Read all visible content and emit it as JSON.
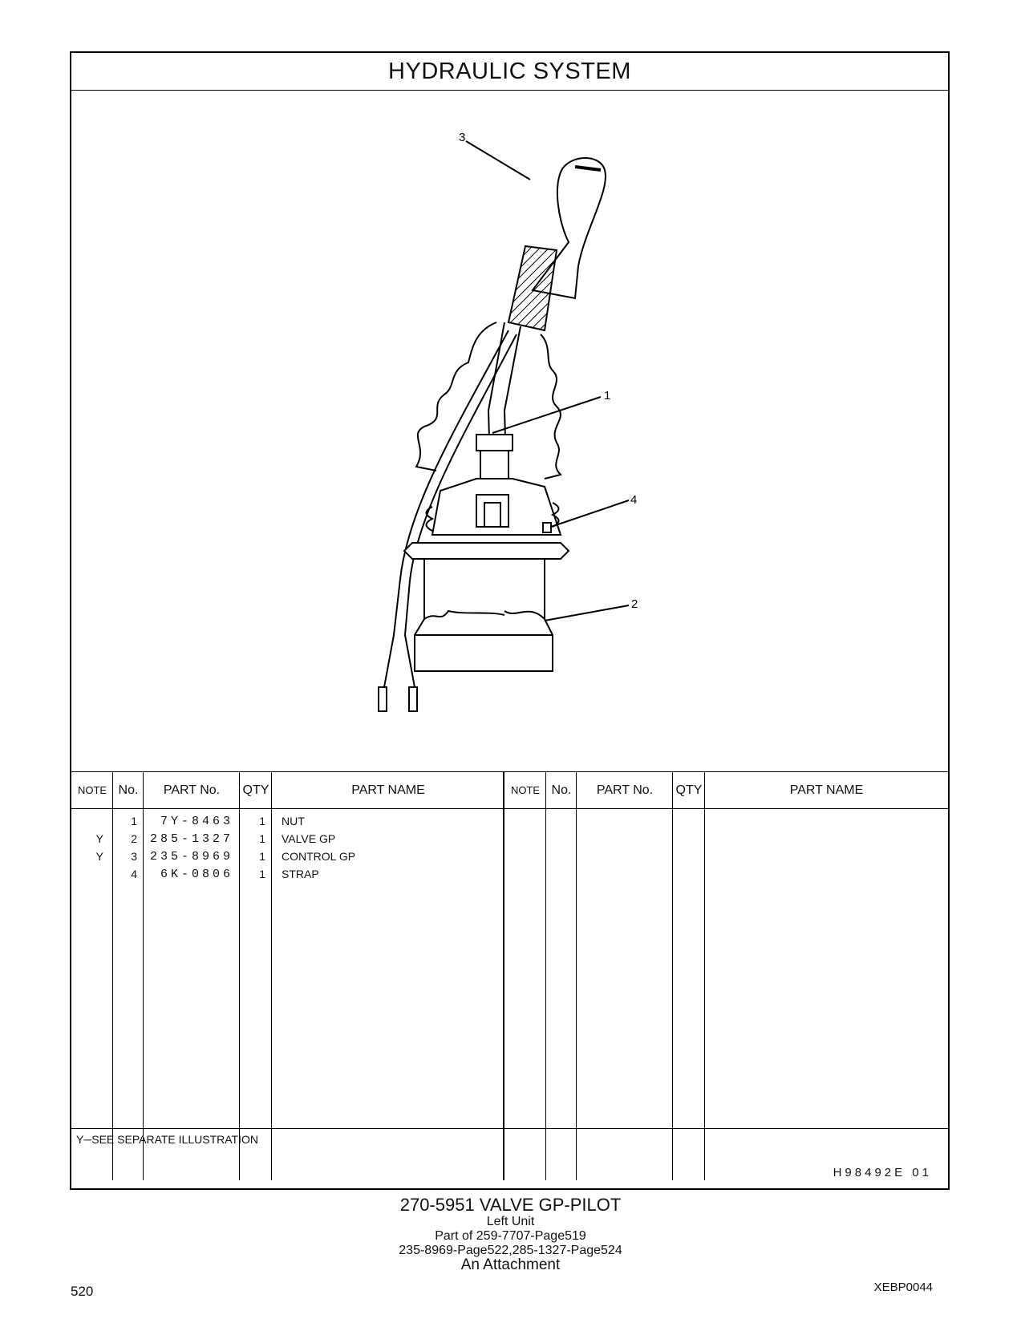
{
  "title": "HYDRAULIC   SYSTEM",
  "callouts": [
    "3",
    "1",
    "4",
    "2"
  ],
  "table": {
    "headers": {
      "note": "NOTE",
      "no": "No.",
      "part_no": "PART No.",
      "qty": "QTY",
      "part_name": "PART NAME"
    },
    "rows": [
      {
        "note": "",
        "no": "1",
        "part_no": "7Y-8463",
        "qty": "1",
        "part_name": "NUT"
      },
      {
        "note": "Y",
        "no": "2",
        "part_no": "285-1327",
        "qty": "1",
        "part_name": "VALVE  GP"
      },
      {
        "note": "Y",
        "no": "3",
        "part_no": "235-8969",
        "qty": "1",
        "part_name": "CONTROL  GP"
      },
      {
        "note": "",
        "no": "4",
        "part_no": "6K-0806",
        "qty": "1",
        "part_name": "STRAP"
      }
    ]
  },
  "footnote": "Y─SEE  SEPARATE  ILLUSTRATION",
  "illustration_code": "H98492E   01",
  "caption": {
    "main": "270-5951   VALVE  GP-PILOT",
    "line1": "Left  Unit",
    "line2": "Part of 259-7707-Page519",
    "line3": "235-8969-Page522,285-1327-Page524",
    "line4": "An Attachment"
  },
  "page_number": "520",
  "doc_code": "XEBP0044"
}
